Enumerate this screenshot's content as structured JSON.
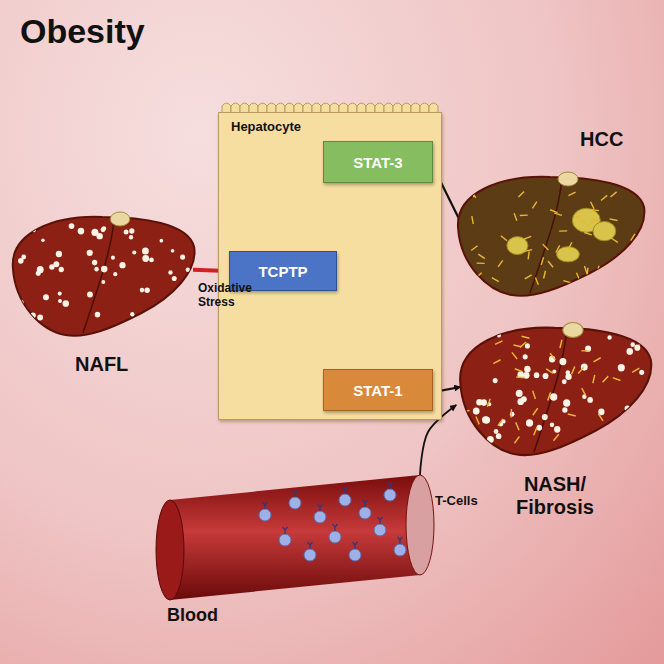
{
  "diagram": {
    "title": "Obesity",
    "nodes": [
      {
        "text": [
          "Hepatocyte"
        ]
      },
      {
        "text": [
          "STAT-3"
        ],
        "in": 0
      },
      {
        "text": [
          "TCPTP"
        ],
        "in": 0
      },
      {
        "text": [
          "STAT-1"
        ],
        "in": 0
      },
      {
        "text": [
          "NAFL"
        ]
      },
      {
        "text": [
          "HCC"
        ]
      },
      {
        "text": [
          "NASH/ Fibrosis"
        ]
      },
      {
        "text": [
          "T-Cells",
          "Blood"
        ]
      }
    ],
    "edges": [
      {
        "from": 4,
        "to": 2,
        "arrow": "to",
        "label": "Oxidative Stress"
      },
      {
        "from": 2,
        "to": 1,
        "arrow": "to"
      },
      {
        "from": 2,
        "to": 3,
        "arrow": "to"
      },
      {
        "from": 1,
        "to": 5,
        "arrow": "to"
      },
      {
        "from": 3,
        "to": 6,
        "arrow": "to"
      },
      {
        "from": 7,
        "to": 6,
        "arrow": "to"
      }
    ]
  }
}
